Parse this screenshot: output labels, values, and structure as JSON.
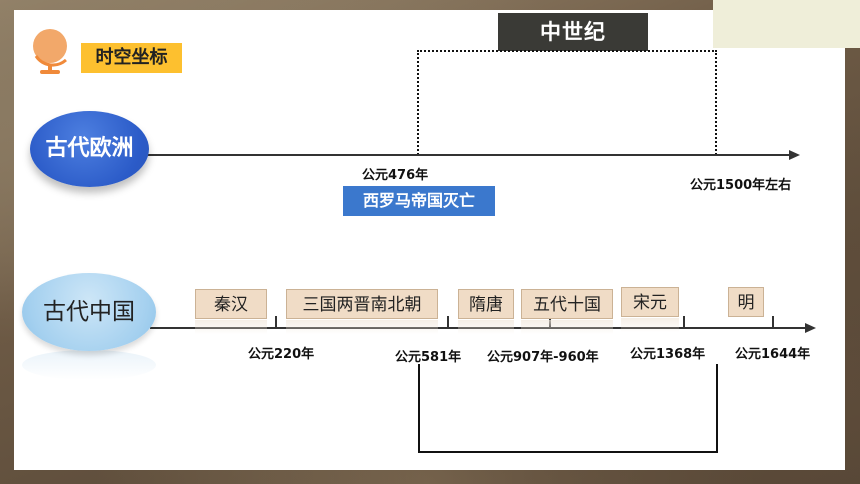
{
  "title_tag": "时空坐标",
  "middle_ages_banner": "中世纪",
  "europe": {
    "label": "古代欧洲",
    "dates": [
      "公元476年",
      "公元1500年左右"
    ],
    "event": "西罗马帝国灭亡"
  },
  "china": {
    "label": "古代中国",
    "eras": [
      "秦汉",
      "三国两晋南北朝",
      "隋唐",
      "五代十国",
      "宋元",
      "明"
    ],
    "dates": [
      "公元220年",
      "公元581年",
      "公元907年-960年",
      "公元1368年",
      "公元1644年"
    ]
  },
  "colors": {
    "title_tag_bg": "#fdc02f",
    "europe_oval": "#2b5bc8",
    "china_oval": "#a4d0ef",
    "event_box": "#3b78cd",
    "era_box": "#f0dcc6",
    "banner_bg": "#3a3a36"
  }
}
